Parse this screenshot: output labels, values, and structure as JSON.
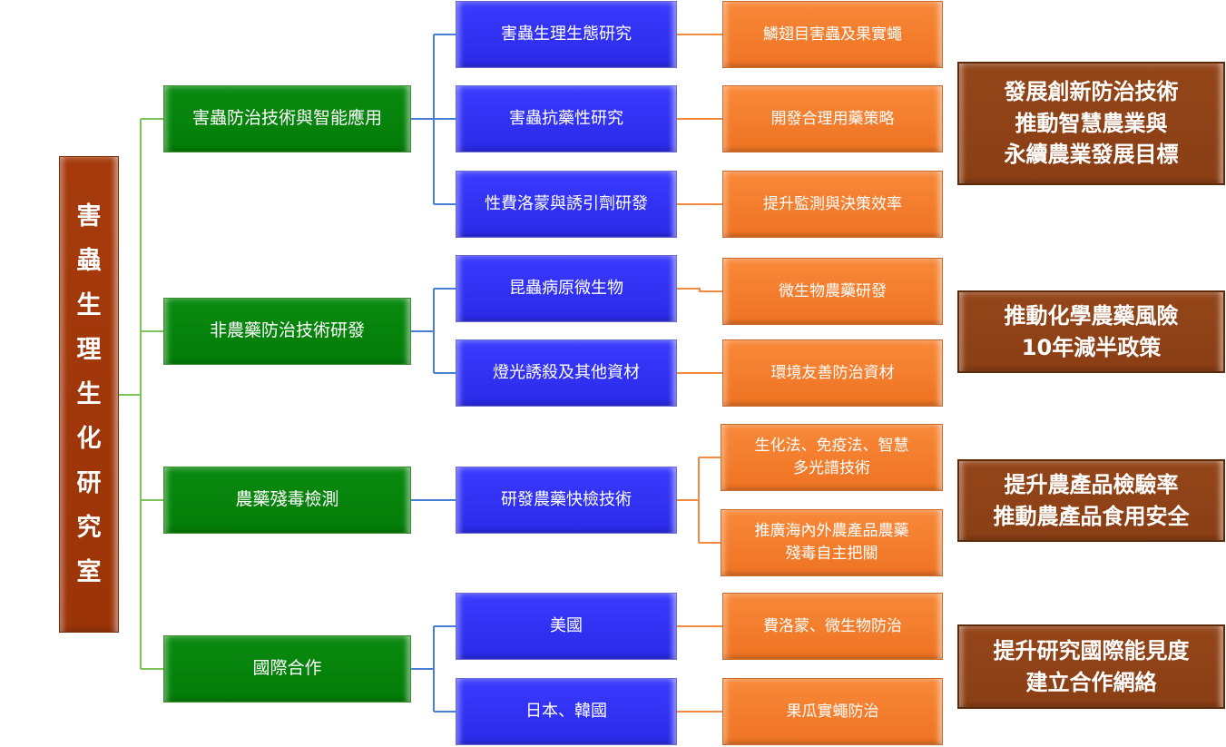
{
  "colors": {
    "root": "#9f370a",
    "level1": "#058308",
    "level2": "#3333f5",
    "level3": "#f27b2b",
    "goal": "#8e4217",
    "line_green": "#7cc35a",
    "line_blue": "#4a7fd6",
    "line_orange": "#f08a3e"
  },
  "root": {
    "label": [
      "害",
      "蟲",
      "生",
      "理",
      "生",
      "化",
      "研",
      "究",
      "室"
    ]
  },
  "branches": [
    {
      "label": "害蟲防治技術與智能應用",
      "children": [
        {
          "label": "害蟲生理生態研究",
          "outcome": "鱗翅目害蟲及果實蠅"
        },
        {
          "label": "害蟲抗藥性研究",
          "outcome": "開發合理用藥策略"
        },
        {
          "label": "性費洛蒙與誘引劑研發",
          "outcome": "提升監測與決策效率"
        }
      ],
      "goal": "發展創新防治技術\n推動智慧農業與\n永續農業發展目標"
    },
    {
      "label": "非農藥防治技術研發",
      "children": [
        {
          "label": "昆蟲病原微生物",
          "outcome": "微生物農藥研發"
        },
        {
          "label": "燈光誘殺及其他資材",
          "outcome": "環境友善防治資材"
        }
      ],
      "goal": "推動化學農藥風險\n10年減半政策"
    },
    {
      "label": "農藥殘毒檢測",
      "children": [
        {
          "label": "研發農藥快檢技術",
          "outcomes": [
            "生化法、免疫法、智慧\n多光譜技術",
            "推廣海內外農產品農藥\n殘毒自主把關"
          ]
        }
      ],
      "goal": "提升農產品檢驗率\n推動農產品食用安全"
    },
    {
      "label": "國際合作",
      "children": [
        {
          "label": "美國",
          "outcome": "費洛蒙、微生物防治"
        },
        {
          "label": "日本、韓國",
          "outcome": "果瓜實蠅防治"
        }
      ],
      "goal": "提升研究國際能見度\n建立合作網絡"
    }
  ]
}
